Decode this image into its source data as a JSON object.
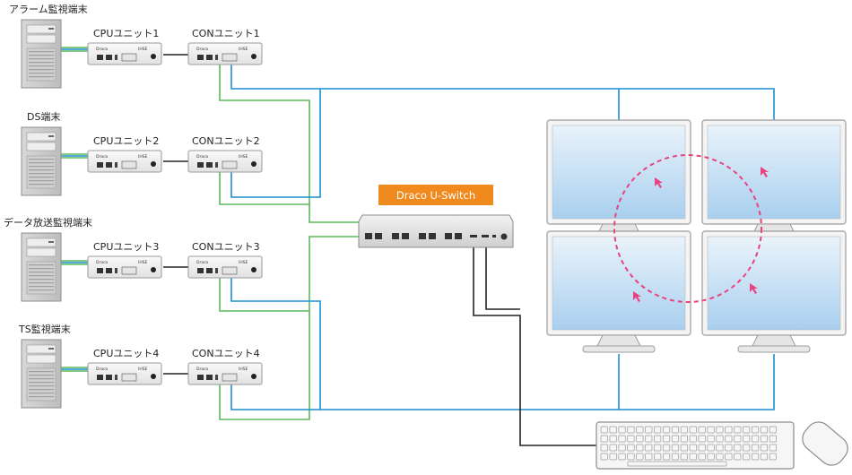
{
  "terminals": [
    {
      "label": "アラーム監視端末",
      "cpu": "CPUユニット1",
      "con": "CONユニット1"
    },
    {
      "label": "DS端末",
      "cpu": "CPUユニット2",
      "con": "CONユニット2"
    },
    {
      "label": "データ放送監視端末",
      "cpu": "CPUユニット3",
      "con": "CONユニット3"
    },
    {
      "label": "TS監視端末",
      "cpu": "CPUユニット4",
      "con": "CONユニット4"
    }
  ],
  "switch": {
    "label": "Draco U-Switch"
  },
  "colors": {
    "video": "#1a8fd1",
    "network": "#5cb85c",
    "usb": "#222222",
    "accent": "#f08a1e",
    "pointer": "#e8437f"
  }
}
